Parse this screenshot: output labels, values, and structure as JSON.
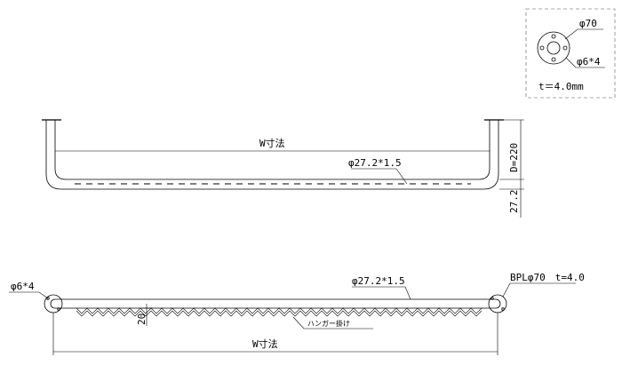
{
  "detail": {
    "diameter_label": "φ70",
    "holes_label": "φ6*4",
    "thickness_label": "t＝4.0mm"
  },
  "front_view": {
    "width_label": "W寸法",
    "pipe_label": "φ27.2*1.5",
    "depth_label": "D=220",
    "height_label": "27.2"
  },
  "plan_view": {
    "holes_label": "φ6*4",
    "pipe_label": "φ27.2*1.5",
    "plate_label": "BPLφ70　t=4.0",
    "offset_label": "20",
    "hanger_label": "ハンガー掛け",
    "width_label": "W寸法"
  }
}
